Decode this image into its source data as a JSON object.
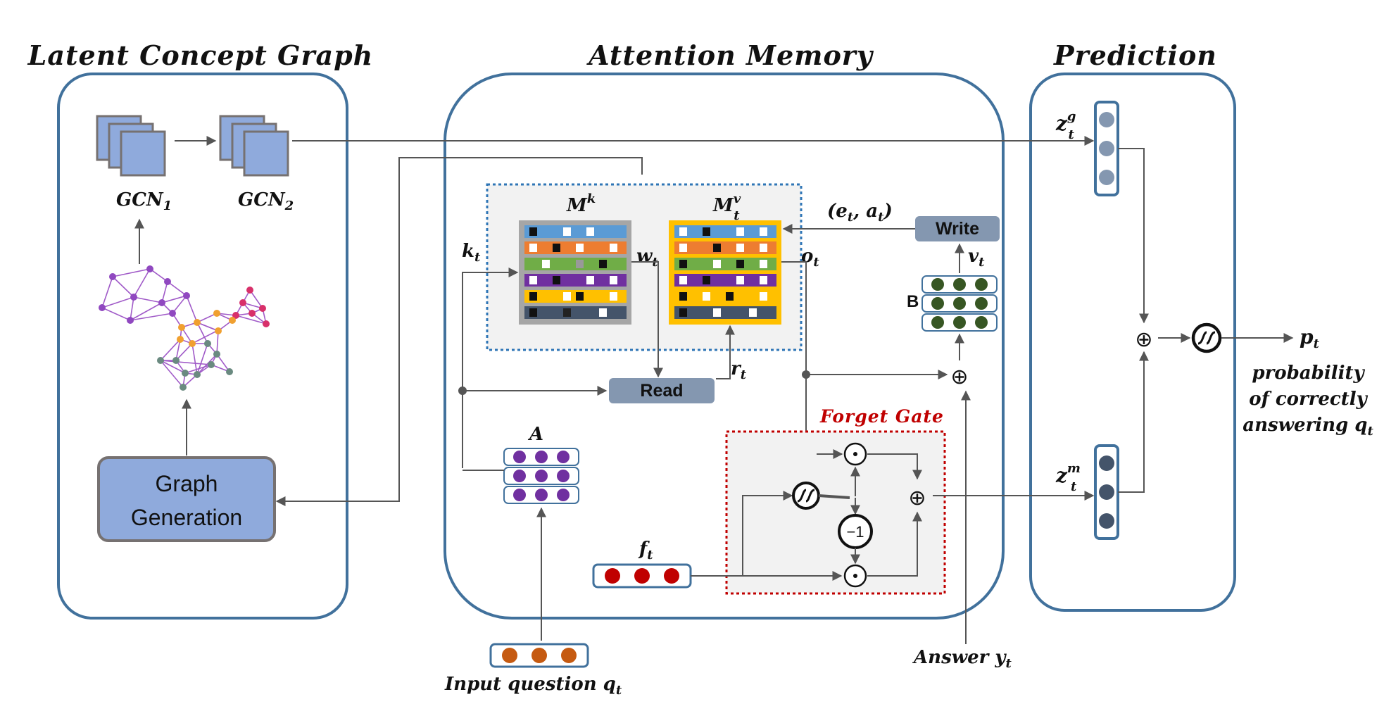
{
  "sections": {
    "graph": "Latent Concept Graph",
    "memory": "Attention Memory",
    "prediction": "Prediction"
  },
  "gcn": {
    "gcn1": "GCN",
    "gcn1_sub": "1",
    "gcn2": "GCN",
    "gcn2_sub": "2",
    "graph_gen_line1": "Graph",
    "graph_gen_line2": "Generation"
  },
  "memory": {
    "mk": "M",
    "mk_sup": "k",
    "mv": "M",
    "mv_sup": "v",
    "mv_sub": "t",
    "kt": "k",
    "kt_sub": "t",
    "wt": "w",
    "wt_sub": "t",
    "ot": "o",
    "ot_sub": "t",
    "rt": "r",
    "rt_sub": "t",
    "read": "Read",
    "write": "Write",
    "ea": "(e",
    "ea_sub1": "t",
    "ea_mid": ", a",
    "ea_sub2": "t",
    "ea_end": ")",
    "vt": "v",
    "vt_sub": "t",
    "B": "B",
    "A": "A",
    "ft": "f",
    "ft_sub": "t",
    "forget_gate": "Forget Gate",
    "minus_one": "−1",
    "input_question": "Input question q",
    "input_question_sub": "t",
    "answer": "Answer y",
    "answer_sub": "t"
  },
  "prediction": {
    "zg": "z",
    "zg_sup": "g",
    "zg_sub": "t",
    "zm": "z",
    "zm_sup": "m",
    "zm_sub": "t",
    "pt": "p",
    "pt_sub": "t",
    "desc_line1": "probability",
    "desc_line2": "of correctly",
    "desc_line3": "answering q",
    "desc_sub": "t"
  },
  "colors": {
    "panel_border": "#41719c",
    "gcn_fill": "#8faadc",
    "gcn_border": "#767171",
    "memory_border": "#2e75b6",
    "forget_border": "#c00000",
    "node_purple": "#7030a0",
    "node_red": "#c00000",
    "node_orange": "#c55a11",
    "node_green": "#375623",
    "node_navy": "#44546a",
    "node_lightblue": "#8497b0",
    "btn": "#8497b0"
  }
}
